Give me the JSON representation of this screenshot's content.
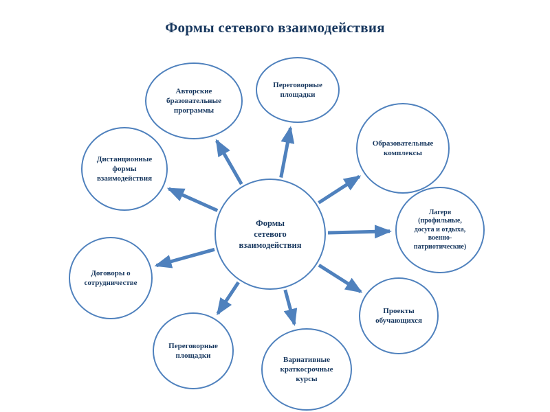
{
  "title": "Формы сетевого взаимодействия",
  "center": {
    "label": "Формы\nсетевого\nвзаимодействия"
  },
  "nodes": [
    {
      "label": "Авторские\nбразовательные\nпрограммы"
    },
    {
      "label": "Переговорные\nплощадки"
    },
    {
      "label": "Образовательные\nкомплексы"
    },
    {
      "label": "Лагеря\n(профильные,\nдосуга и отдыха,\nвоенно-\nпатриотические)"
    },
    {
      "label": "Проекты\nобучающихся"
    },
    {
      "label": "Вариативные\nкраткосрочные\nкурсы"
    },
    {
      "label": "Переговорные\nплощадки"
    },
    {
      "label": "Договоры о\nсотрудничестве"
    },
    {
      "label": "Дистанционные\nформы\nвзаимодействия"
    }
  ],
  "colors": {
    "accent": "#4f81bd",
    "text": "#17375e"
  }
}
